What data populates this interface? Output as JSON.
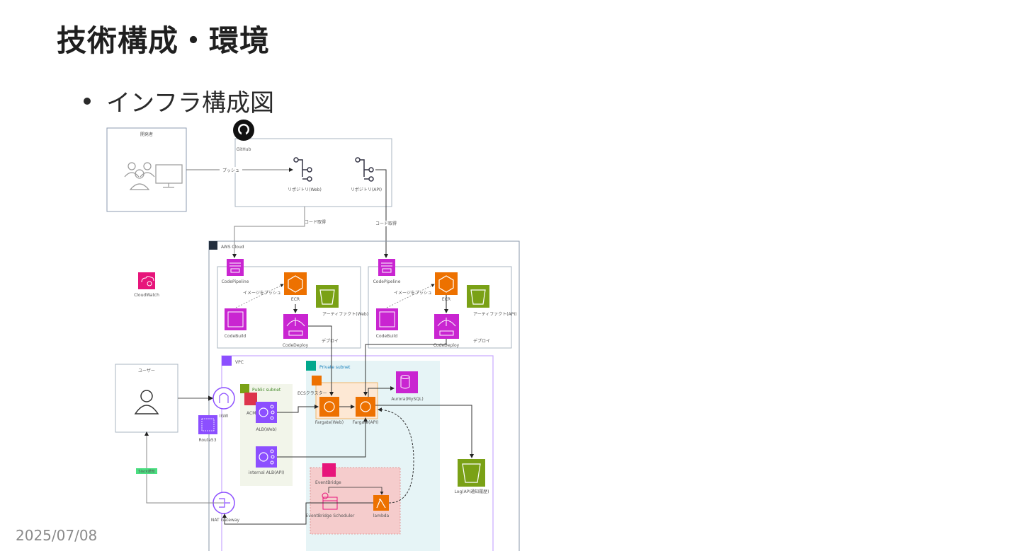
{
  "slide": {
    "title": "技術構成・環境",
    "bullet": "インフラ構成図",
    "date": "2025/07/08"
  },
  "diagram": {
    "developer_group": "開発者",
    "github": "GitHub",
    "repo_web": "リポジトリ(Web)",
    "repo_api": "リポジトリ(API)",
    "push": "プッシュ",
    "code_fetch_1": "コード取得",
    "code_fetch_2": "コード取得",
    "aws_cloud": "AWS Cloud",
    "cloudwatch": "CloudWatch",
    "pipeline_web": {
      "codepipeline": "CodePipeline",
      "ecr": "ECR",
      "image_push": "イメージをプッシュ",
      "artifact": "アーティファクト(Web)",
      "codebuild": "CodeBuild",
      "codedeploy": "CodeDeploy",
      "deploy": "デプロイ"
    },
    "pipeline_api": {
      "codepipeline": "CodePipeline",
      "ecr": "ECR",
      "image_push": "イメージをプッシュ",
      "artifact": "アーティファクト(API)",
      "codebuild": "CodeBuild",
      "codedeploy": "CodeDeploy",
      "deploy": "デプロイ"
    },
    "user": "ユーザー",
    "vpc": "VPC",
    "igw": "IGW",
    "route53": "Route53",
    "public_subnet": "Public subnet",
    "acm": "ACM",
    "alb_web": "ALB(Web)",
    "internal_alb": "internal ALB(API)",
    "private_subnet": "Private subnet",
    "ecs_cluster": "ECSクラスター",
    "fargate_web": "Fargate(Web)",
    "fargate_api": "Fargate(API)",
    "aurora": "Aurora(MySQL)",
    "eventbridge": "EventBridge",
    "eventbridge_scheduler": "EventBridge Scheduler",
    "lambda": "lambda",
    "nat_gateway": "NAT Gateway",
    "slack": "Slack通知",
    "log_bucket": "Log(API通知履歴)"
  },
  "colors": {
    "magenta": "#c925d1",
    "orange": "#ed7100",
    "green": "#7aa116",
    "purple": "#8c4fff",
    "pink": "#e7157b",
    "red": "#dd344c",
    "teal": "#01a88d",
    "private_bg": "#e6f4f6",
    "public_bg": "#f2f5ea",
    "ecs_bg": "#fde8d4",
    "eventbridge_bg": "#f5cccc",
    "slack_badge": "#4ade80"
  }
}
